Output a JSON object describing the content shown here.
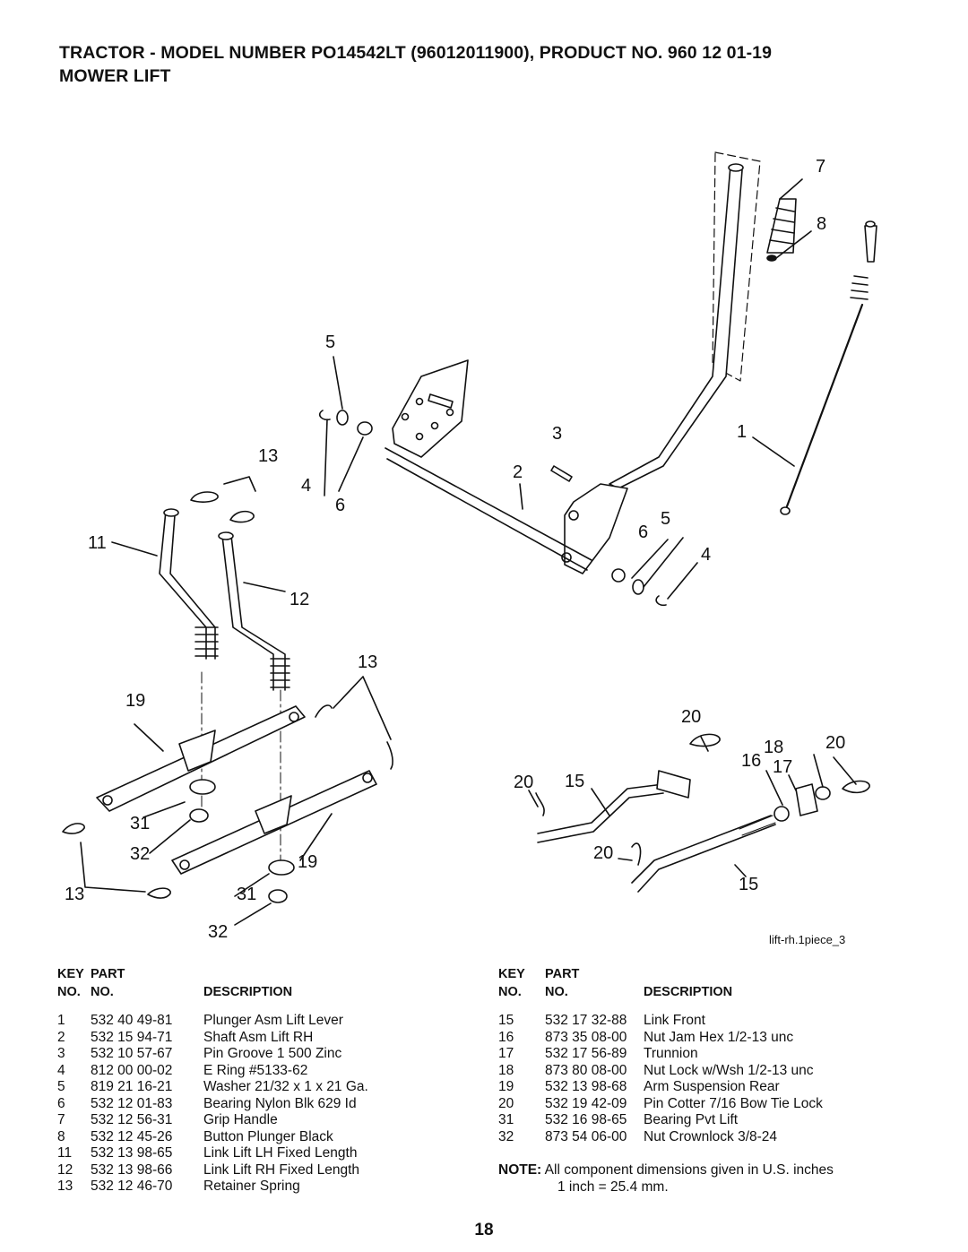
{
  "header": {
    "title_line1": "TRACTOR - MODEL NUMBER PO14542LT (96012011900), PRODUCT NO. 960 12 01-19",
    "title_line2": "MOWER LIFT"
  },
  "diagram": {
    "callouts": [
      "7",
      "8",
      "5",
      "3",
      "1",
      "13",
      "4",
      "6",
      "2",
      "11",
      "6",
      "5",
      "4",
      "12",
      "13",
      "19",
      "20",
      "18",
      "20",
      "16",
      "17",
      "20",
      "15",
      "31",
      "32",
      "19",
      "20",
      "13",
      "31",
      "15",
      "32"
    ],
    "drawing_ref": "lift-rh.1piece_3"
  },
  "table_headers": {
    "key_line1": "KEY",
    "key_line2": "NO.",
    "part_line1": "PART",
    "part_line2": "NO.",
    "description": "DESCRIPTION"
  },
  "parts_left": [
    {
      "key": "1",
      "part": "532 40 49-81",
      "desc": "Plunger Asm Lift Lever"
    },
    {
      "key": "2",
      "part": "532 15 94-71",
      "desc": "Shaft Asm Lift RH"
    },
    {
      "key": "3",
      "part": "532 10 57-67",
      "desc": "Pin Groove 1 500 Zinc"
    },
    {
      "key": "4",
      "part": "812 00 00-02",
      "desc": "E Ring #5133-62"
    },
    {
      "key": "5",
      "part": "819 21 16-21",
      "desc": "Washer 21/32 x 1 x 21 Ga."
    },
    {
      "key": "6",
      "part": "532 12 01-83",
      "desc": "Bearing Nylon Blk 629 Id"
    },
    {
      "key": "7",
      "part": "532 12 56-31",
      "desc": "Grip Handle"
    },
    {
      "key": "8",
      "part": "532 12 45-26",
      "desc": "Button Plunger Black"
    },
    {
      "key": "11",
      "part": "532 13 98-65",
      "desc": "Link Lift LH Fixed Length"
    },
    {
      "key": "12",
      "part": "532 13 98-66",
      "desc": "Link Lift RH Fixed Length"
    },
    {
      "key": "13",
      "part": "532 12 46-70",
      "desc": "Retainer Spring"
    }
  ],
  "parts_right": [
    {
      "key": "15",
      "part": "532 17 32-88",
      "desc": "Link Front"
    },
    {
      "key": "16",
      "part": "873 35 08-00",
      "desc": "Nut Jam Hex 1/2-13 unc"
    },
    {
      "key": "17",
      "part": "532 17 56-89",
      "desc": "Trunnion"
    },
    {
      "key": "18",
      "part": "873 80 08-00",
      "desc": "Nut Lock w/Wsh 1/2-13 unc"
    },
    {
      "key": "19",
      "part": "532 13 98-68",
      "desc": "Arm Suspension Rear"
    },
    {
      "key": "20",
      "part": "532 19 42-09",
      "desc": "Pin Cotter 7/16 Bow Tie Lock"
    },
    {
      "key": "31",
      "part": "532 16 98-65",
      "desc": "Bearing Pvt Lift"
    },
    {
      "key": "32",
      "part": "873 54 06-00",
      "desc": "Nut Crownlock 3/8-24"
    }
  ],
  "note": {
    "label": "NOTE:",
    "line1": "All component dimensions given in U.S. inches",
    "line2": "1 inch = 25.4 mm."
  },
  "page_number": "18"
}
